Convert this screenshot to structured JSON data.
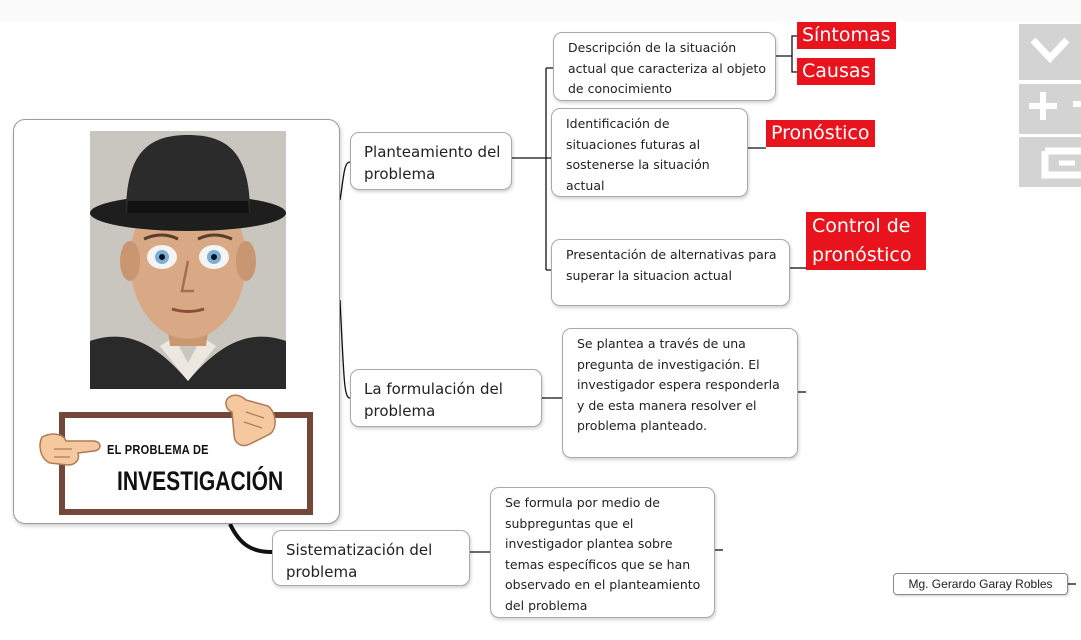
{
  "root": {
    "title_line1": "EL PROBLEMA DE",
    "title_line2": "INVESTIGACIÓN"
  },
  "branches": [
    {
      "label": "Planteamiento del problema",
      "children": [
        {
          "text": "Descripción de la situación actual que caracteriza al objeto de conocimiento",
          "tags": [
            "Síntomas",
            "Causas"
          ]
        },
        {
          "text": "Identificación de situaciones futuras al sostenerse la situación actual",
          "tags": [
            "Pronóstico"
          ]
        },
        {
          "text": "Presentación de alternativas para superar la situacion actual",
          "tags": [
            "Control de pronóstico"
          ]
        }
      ]
    },
    {
      "label": "La formulación del problema",
      "children": [
        {
          "text": "Se plantea a través de una pregunta de investigación. El investigador espera responderla y de esta manera resolver el problema planteado."
        }
      ]
    },
    {
      "label": "Sistematización del problema",
      "children": [
        {
          "text": "Se formula por medio de subpreguntas que el investigador plantea sobre temas específicos que se han observado en el planteamiento del problema"
        }
      ]
    }
  ],
  "author": "Mg. Gerardo Garay Robles",
  "toolbar": {
    "collapse_icon": "chevron-down-icon",
    "zoom_in_icon": "plus-icon",
    "fit_icon": "fit-screen-icon"
  },
  "colors": {
    "tag_red": "#e8131c",
    "sign_frame": "#744838",
    "connector": "#111111",
    "toolbar_gray": "#d3d3d3"
  }
}
